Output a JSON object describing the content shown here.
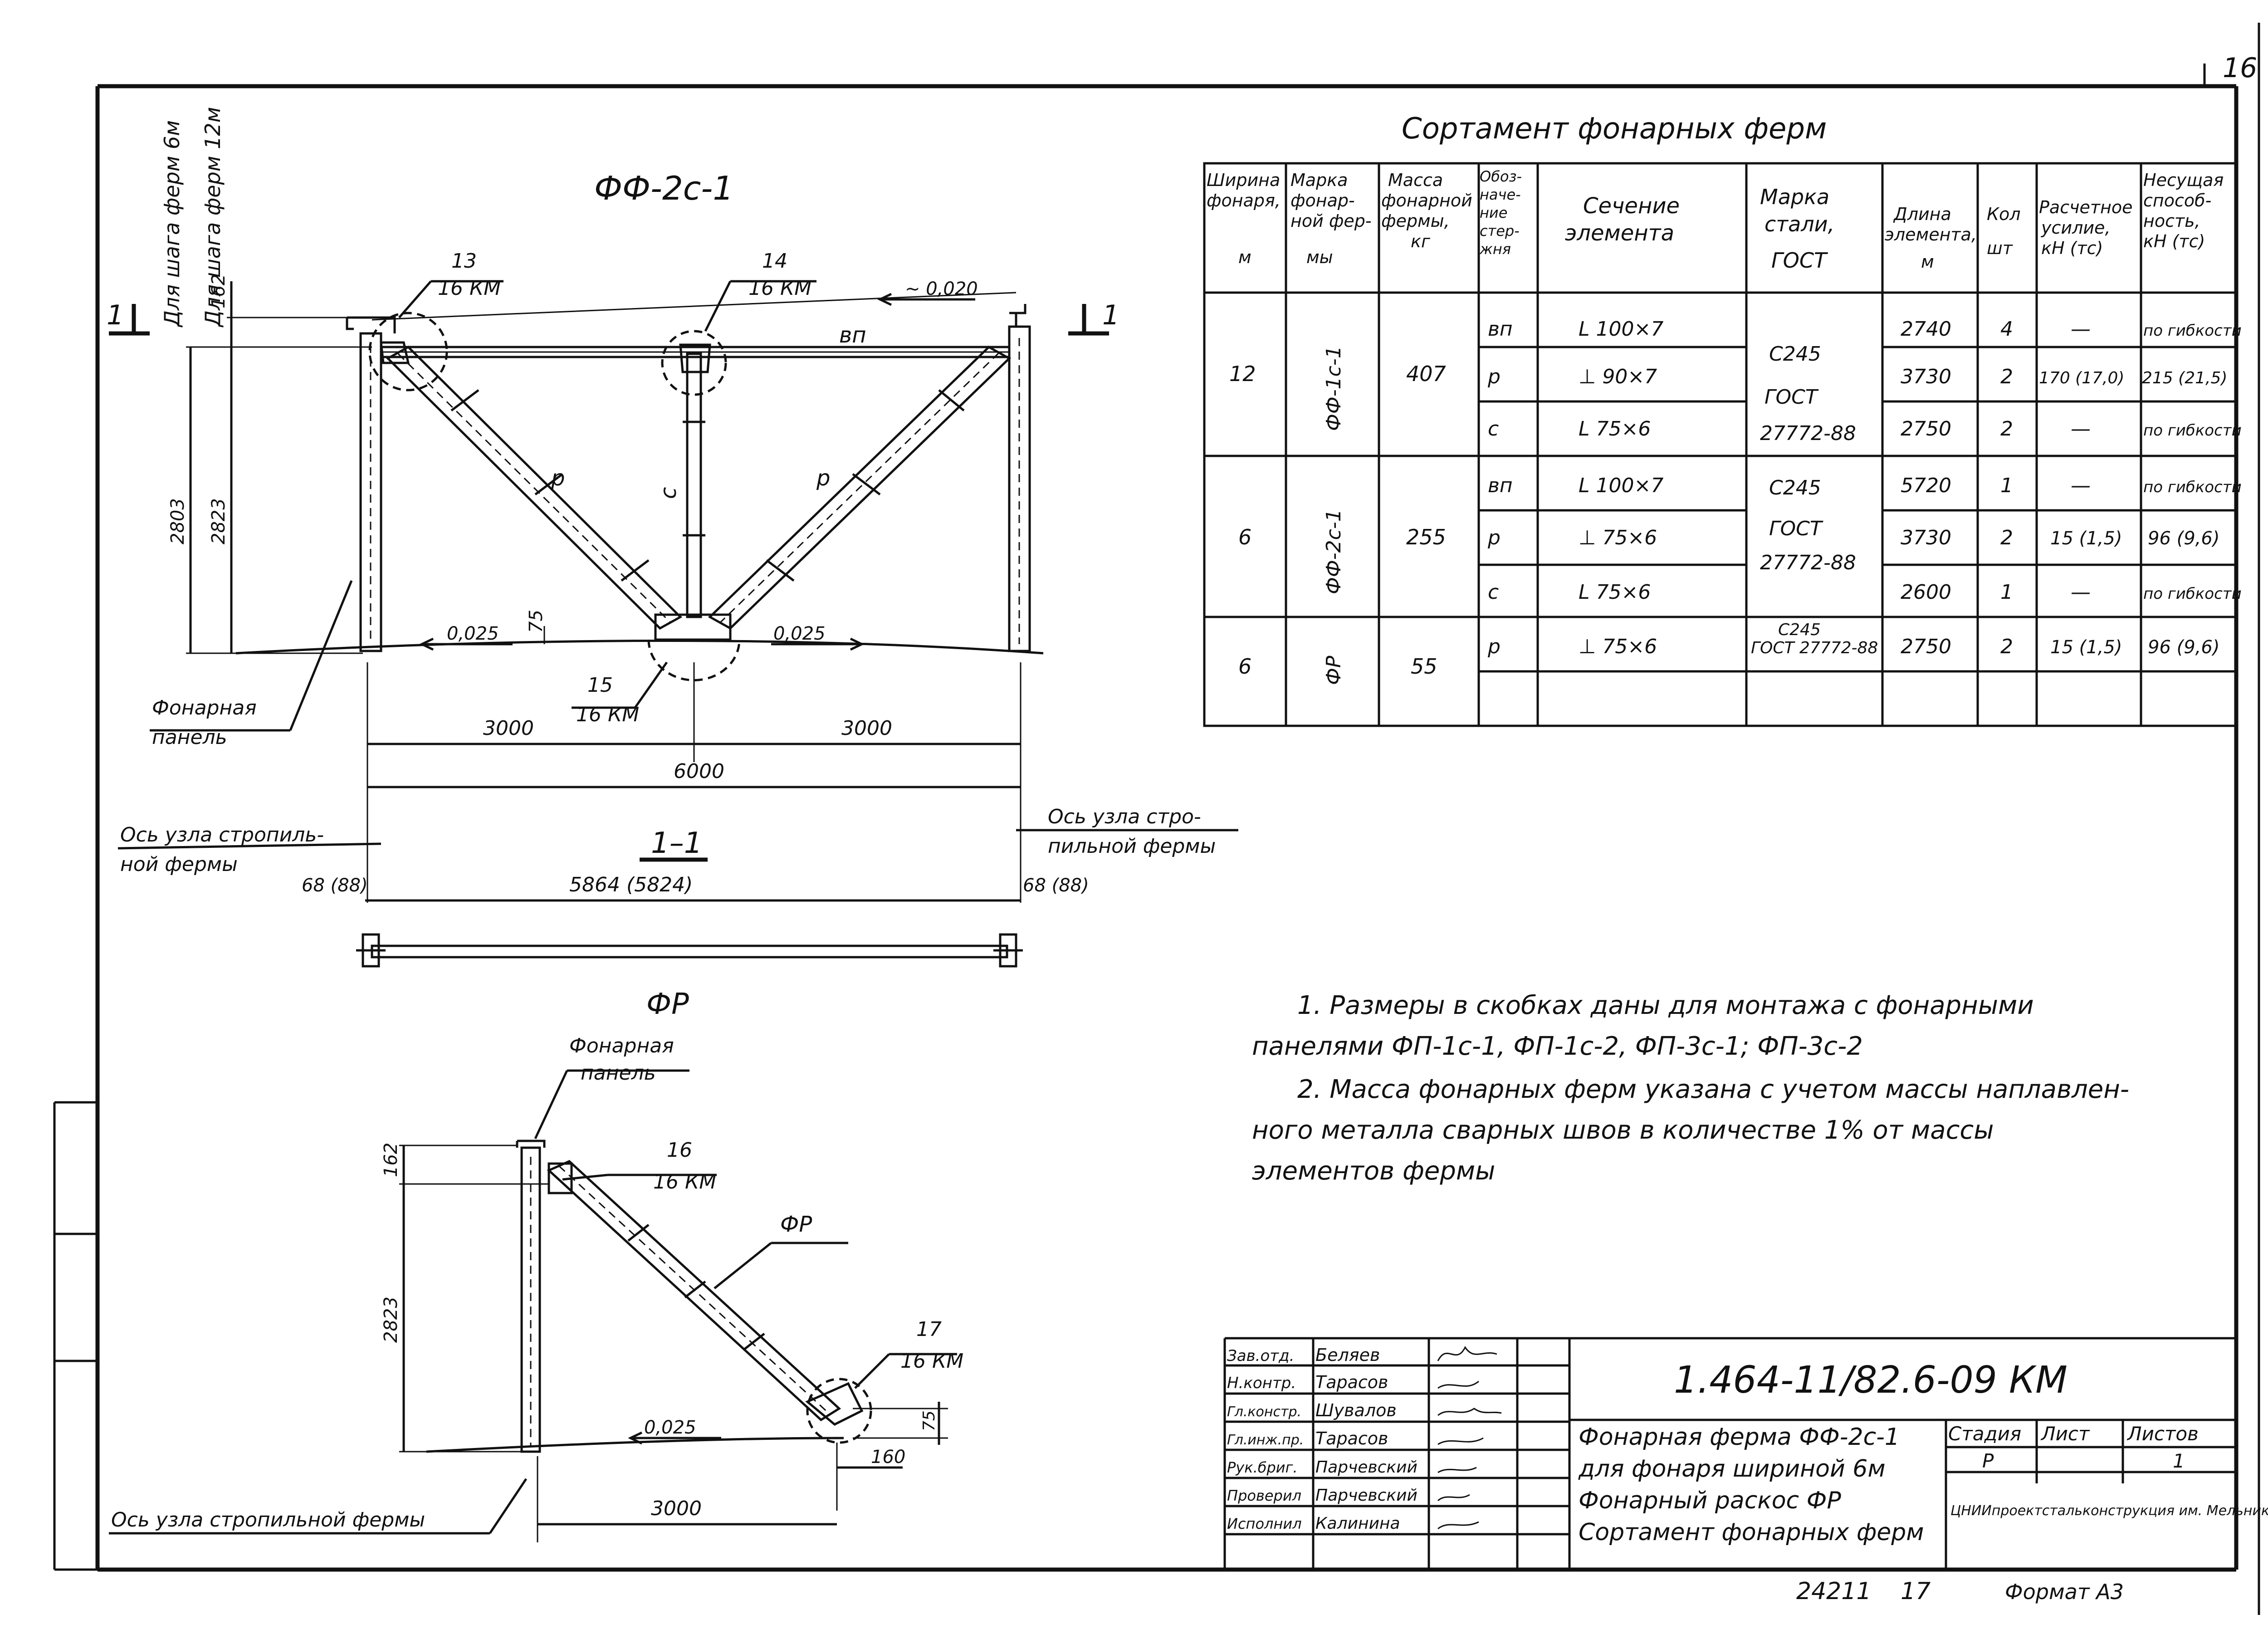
{
  "page_corner": "16",
  "side_labels": {
    "truss_step_6m": "Для шага ферм 6м",
    "truss_step_12m": "Для шага ферм 12м"
  },
  "drawing_ff": {
    "title": "ФФ-2с-1",
    "node13": {
      "num": "13",
      "sheet": "16 КМ"
    },
    "node14": {
      "num": "14",
      "sheet": "16 КМ"
    },
    "node15": {
      "num": "15",
      "sheet": "16 КМ"
    },
    "slope_top": "~ 0,020",
    "slope_left": "0,025",
    "slope_right": "0,025",
    "member_vp": "вп",
    "member_p_left": "р",
    "member_p_right": "р",
    "member_c": "с",
    "dim_162": "162",
    "dim_2803": "2803",
    "dim_2823": "2823",
    "dim_75": "75",
    "dim_3000_left": "3000",
    "dim_3000_right": "3000",
    "dim_6000": "6000",
    "section_mark_left": "1",
    "section_mark_right": "1",
    "lantern_panel": "Фонарная панель",
    "axis_left": "Ось узла стропильной фермы",
    "axis_right": "Ось узла стропильной фермы"
  },
  "section_11": {
    "title": "1–1",
    "dim_left": "68 (88)",
    "dim_mid": "5864 (5824)",
    "dim_right": "68 (88)"
  },
  "drawing_fr": {
    "title": "ФР",
    "lantern_panel": "Фонарная панель",
    "node16": {
      "num": "16",
      "sheet": "16 КМ"
    },
    "node17": {
      "num": "17",
      "sheet": "16 КМ"
    },
    "member": "ФР",
    "dim_162": "162",
    "dim_2823": "2823",
    "dim_75": "75",
    "dim_160": "160",
    "dim_3000": "3000",
    "slope": "0,025",
    "axis": "Ось узла стропильной фермы"
  },
  "table": {
    "title": "Сортамент фонарных ферм",
    "headers": [
      "Ширина фонаря, м",
      "Марка фонарной фермы",
      "Масса фонарной фермы, кг",
      "Обозначение стержня",
      "Сечение элемента",
      "Марка стали, ГОСТ",
      "Длина элемента, м",
      "Кол шт",
      "Расчетное усилие, кН (тс)",
      "Несущая способность, кН (тс)"
    ],
    "groups": [
      {
        "width": "12",
        "mark": "ФФ-1с-1",
        "mass": "407",
        "rows": [
          {
            "code": "вп",
            "section": "L 100×7",
            "length": "2740",
            "qty": "4",
            "force": "—",
            "capacity": "по гибкости"
          },
          {
            "code": "р",
            "section": "⊥ 90×7",
            "length": "3730",
            "qty": "2",
            "force": "170 (17,0)",
            "capacity": "215 (21,5)"
          },
          {
            "code": "с",
            "section": "L 75×6",
            "length": "2750",
            "qty": "2",
            "force": "—",
            "capacity": "по гибкости"
          }
        ],
        "steel": "С245 ГОСТ 27772-88"
      },
      {
        "width": "6",
        "mark": "ФФ-2с-1",
        "mass": "255",
        "rows": [
          {
            "code": "вп",
            "section": "L 100×7",
            "length": "5720",
            "qty": "1",
            "force": "—",
            "capacity": "по гибкости"
          },
          {
            "code": "р",
            "section": "⊥ 75×6",
            "length": "3730",
            "qty": "2",
            "force": "15 (1,5)",
            "capacity": "96 (9,6)"
          },
          {
            "code": "с",
            "section": "L 75×6",
            "length": "2600",
            "qty": "1",
            "force": "—",
            "capacity": "по гибкости"
          }
        ],
        "steel": "С245 ГОСТ 27772-88"
      },
      {
        "width": "6",
        "mark": "ФР",
        "mass": "55",
        "rows": [
          {
            "code": "р",
            "section": "⊥ 75×6",
            "length": "2750",
            "qty": "2",
            "force": "15 (1,5)",
            "capacity": "96 (9,6)"
          }
        ],
        "steel": "С245 ГОСТ 27772-88"
      }
    ]
  },
  "notes": [
    "1. Размеры в скобках даны для монтажа с фонарными панелями ФП-1с-1, ФП-1с-2, ФП-3с-1; ФП-3с-2",
    "2. Масса фонарных ферм указана с учетом массы наплавленного металла сварных швов в количестве 1% от массы элементов фермы"
  ],
  "title_block": {
    "code": "1.464-11/82.6-09 КМ",
    "description": [
      "Фонарная ферма ФФ-2с-1",
      "для фонаря шириной 6м",
      "Фонарный раскос ФР",
      "Сортамент фонарных ферм"
    ],
    "stage_label": "Стадия",
    "sheet_label": "Лист",
    "sheets_label": "Листов",
    "stage": "Р",
    "sheet": "",
    "sheets": "1",
    "org": "ЦНИИпроектстальконструкция им. Мельникова",
    "people": [
      {
        "role": "Зав.отд.",
        "name": "Беляев"
      },
      {
        "role": "Н.контр.",
        "name": "Тарасов"
      },
      {
        "role": "Гл.констр.",
        "name": "Шувалов"
      },
      {
        "role": "Гл.инж.пр.",
        "name": "Тарасов"
      },
      {
        "role": "Рук.бриг.",
        "name": "Парчевский"
      },
      {
        "role": "Проверил",
        "name": "Парчевский"
      },
      {
        "role": "Исполнил",
        "name": "Калинина"
      }
    ]
  },
  "footer": {
    "number": "24211",
    "sheet": "17",
    "format": "Формат А3"
  }
}
